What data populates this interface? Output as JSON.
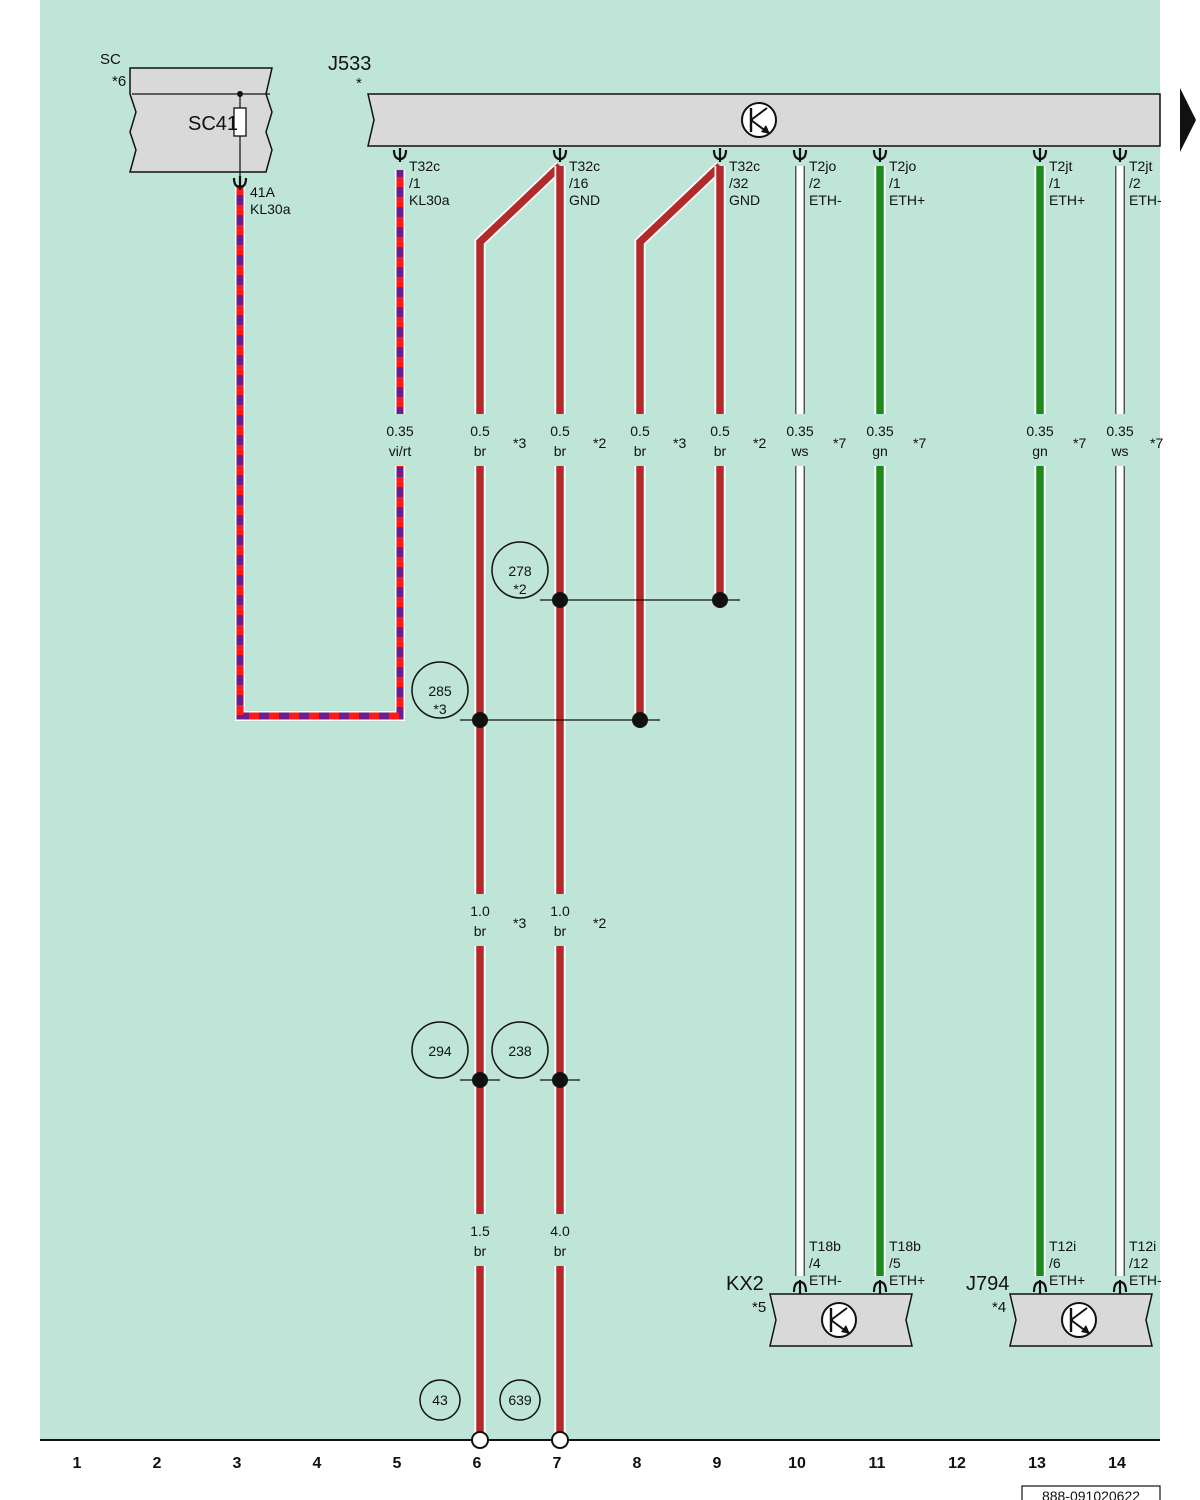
{
  "components": {
    "sc": {
      "label": "SC",
      "note": "*6",
      "fuse": "SC41"
    },
    "j533": {
      "label": "J533",
      "note": "*"
    },
    "kx2": {
      "label": "KX2",
      "note": "*5"
    },
    "j794": {
      "label": "J794",
      "note": "*4"
    }
  },
  "pins": {
    "sc_out": [
      "41A",
      "KL30a"
    ],
    "j533_1": [
      "T32c",
      "/1",
      "KL30a"
    ],
    "j533_16": [
      "T32c",
      "/16",
      "GND"
    ],
    "j533_32": [
      "T32c",
      "/32",
      "GND"
    ],
    "j533_jo2": [
      "T2jo",
      "/2",
      "ETH-"
    ],
    "j533_jo1": [
      "T2jo",
      "/1",
      "ETH+"
    ],
    "j533_jt1": [
      "T2jt",
      "/1",
      "ETH+"
    ],
    "j533_jt2": [
      "T2jt",
      "/2",
      "ETH-"
    ],
    "kx2_4": [
      "T18b",
      "/4",
      "ETH-"
    ],
    "kx2_5": [
      "T18b",
      "/5",
      "ETH+"
    ],
    "j794_6": [
      "T12i",
      "/6",
      "ETH+"
    ],
    "j794_12": [
      "T12i",
      "/12",
      "ETH-"
    ]
  },
  "wires": {
    "w5": {
      "size": "0.35",
      "color": "vi/rt",
      "note": ""
    },
    "w6": {
      "size": "0.5",
      "color": "br",
      "note": "*3"
    },
    "w7": {
      "size": "0.5",
      "color": "br",
      "note": "*2"
    },
    "w8": {
      "size": "0.5",
      "color": "br",
      "note": "*3"
    },
    "w9": {
      "size": "0.5",
      "color": "br",
      "note": "*2"
    },
    "w10": {
      "size": "0.35",
      "color": "ws",
      "note": "*7"
    },
    "w11": {
      "size": "0.35",
      "color": "gn",
      "note": "*7"
    },
    "w13": {
      "size": "0.35",
      "color": "gn",
      "note": "*7"
    },
    "w14": {
      "size": "0.35",
      "color": "ws",
      "note": "*7"
    },
    "w6b": {
      "size": "1.0",
      "color": "br",
      "note": "*3"
    },
    "w7b": {
      "size": "1.0",
      "color": "br",
      "note": "*2"
    },
    "w6c": {
      "size": "1.5",
      "color": "br"
    },
    "w7c": {
      "size": "4.0",
      "color": "br"
    }
  },
  "splices": {
    "s278": {
      "num": "278",
      "note": "*2"
    },
    "s285": {
      "num": "285",
      "note": "*3"
    },
    "s294": {
      "num": "294"
    },
    "s238": {
      "num": "238"
    }
  },
  "grounds": {
    "g43": "43",
    "g639": "639"
  },
  "columns": [
    "1",
    "2",
    "3",
    "4",
    "5",
    "6",
    "7",
    "8",
    "9",
    "10",
    "11",
    "12",
    "13",
    "14"
  ],
  "doc_id": "888-091020622",
  "colors": {
    "background": "#bfe5d8",
    "component_fill": "#d9d9d9",
    "wire_br": "#b22a2a",
    "wire_vi": "#6b1e8c",
    "wire_rt": "#ff1a1a",
    "wire_gn": "#1e8a1e",
    "wire_ws": "#ffffff"
  }
}
